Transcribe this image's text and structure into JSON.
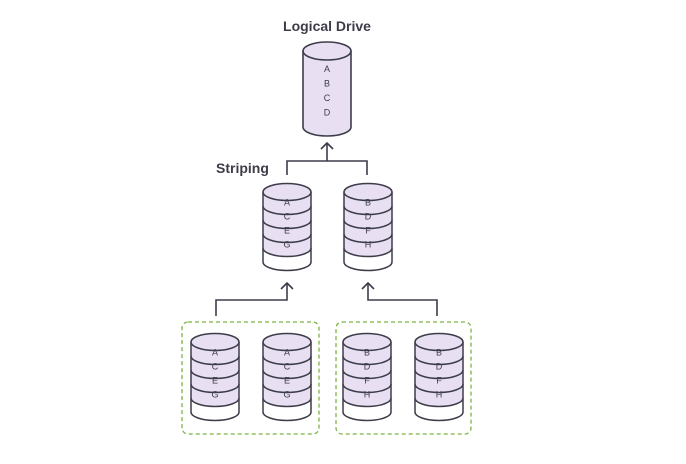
{
  "labels": {
    "logical_drive": "Logical Drive",
    "striping": "Striping"
  },
  "drives": {
    "logical": [
      "A",
      "B",
      "C",
      "D"
    ],
    "stripe_left": [
      "A",
      "C",
      "E",
      "G"
    ],
    "stripe_right": [
      "B",
      "D",
      "F",
      "H"
    ],
    "mirror_left_1": [
      "A",
      "C",
      "E",
      "G"
    ],
    "mirror_left_2": [
      "A",
      "C",
      "E",
      "G"
    ],
    "mirror_right_1": [
      "B",
      "D",
      "F",
      "H"
    ],
    "mirror_right_2": [
      "B",
      "D",
      "F",
      "H"
    ]
  },
  "colors": {
    "drive_fill": "#e8e0f2",
    "drive_stroke": "#3d3d4a",
    "group_border": "#7cb342",
    "arrow": "#3d3d4a"
  }
}
